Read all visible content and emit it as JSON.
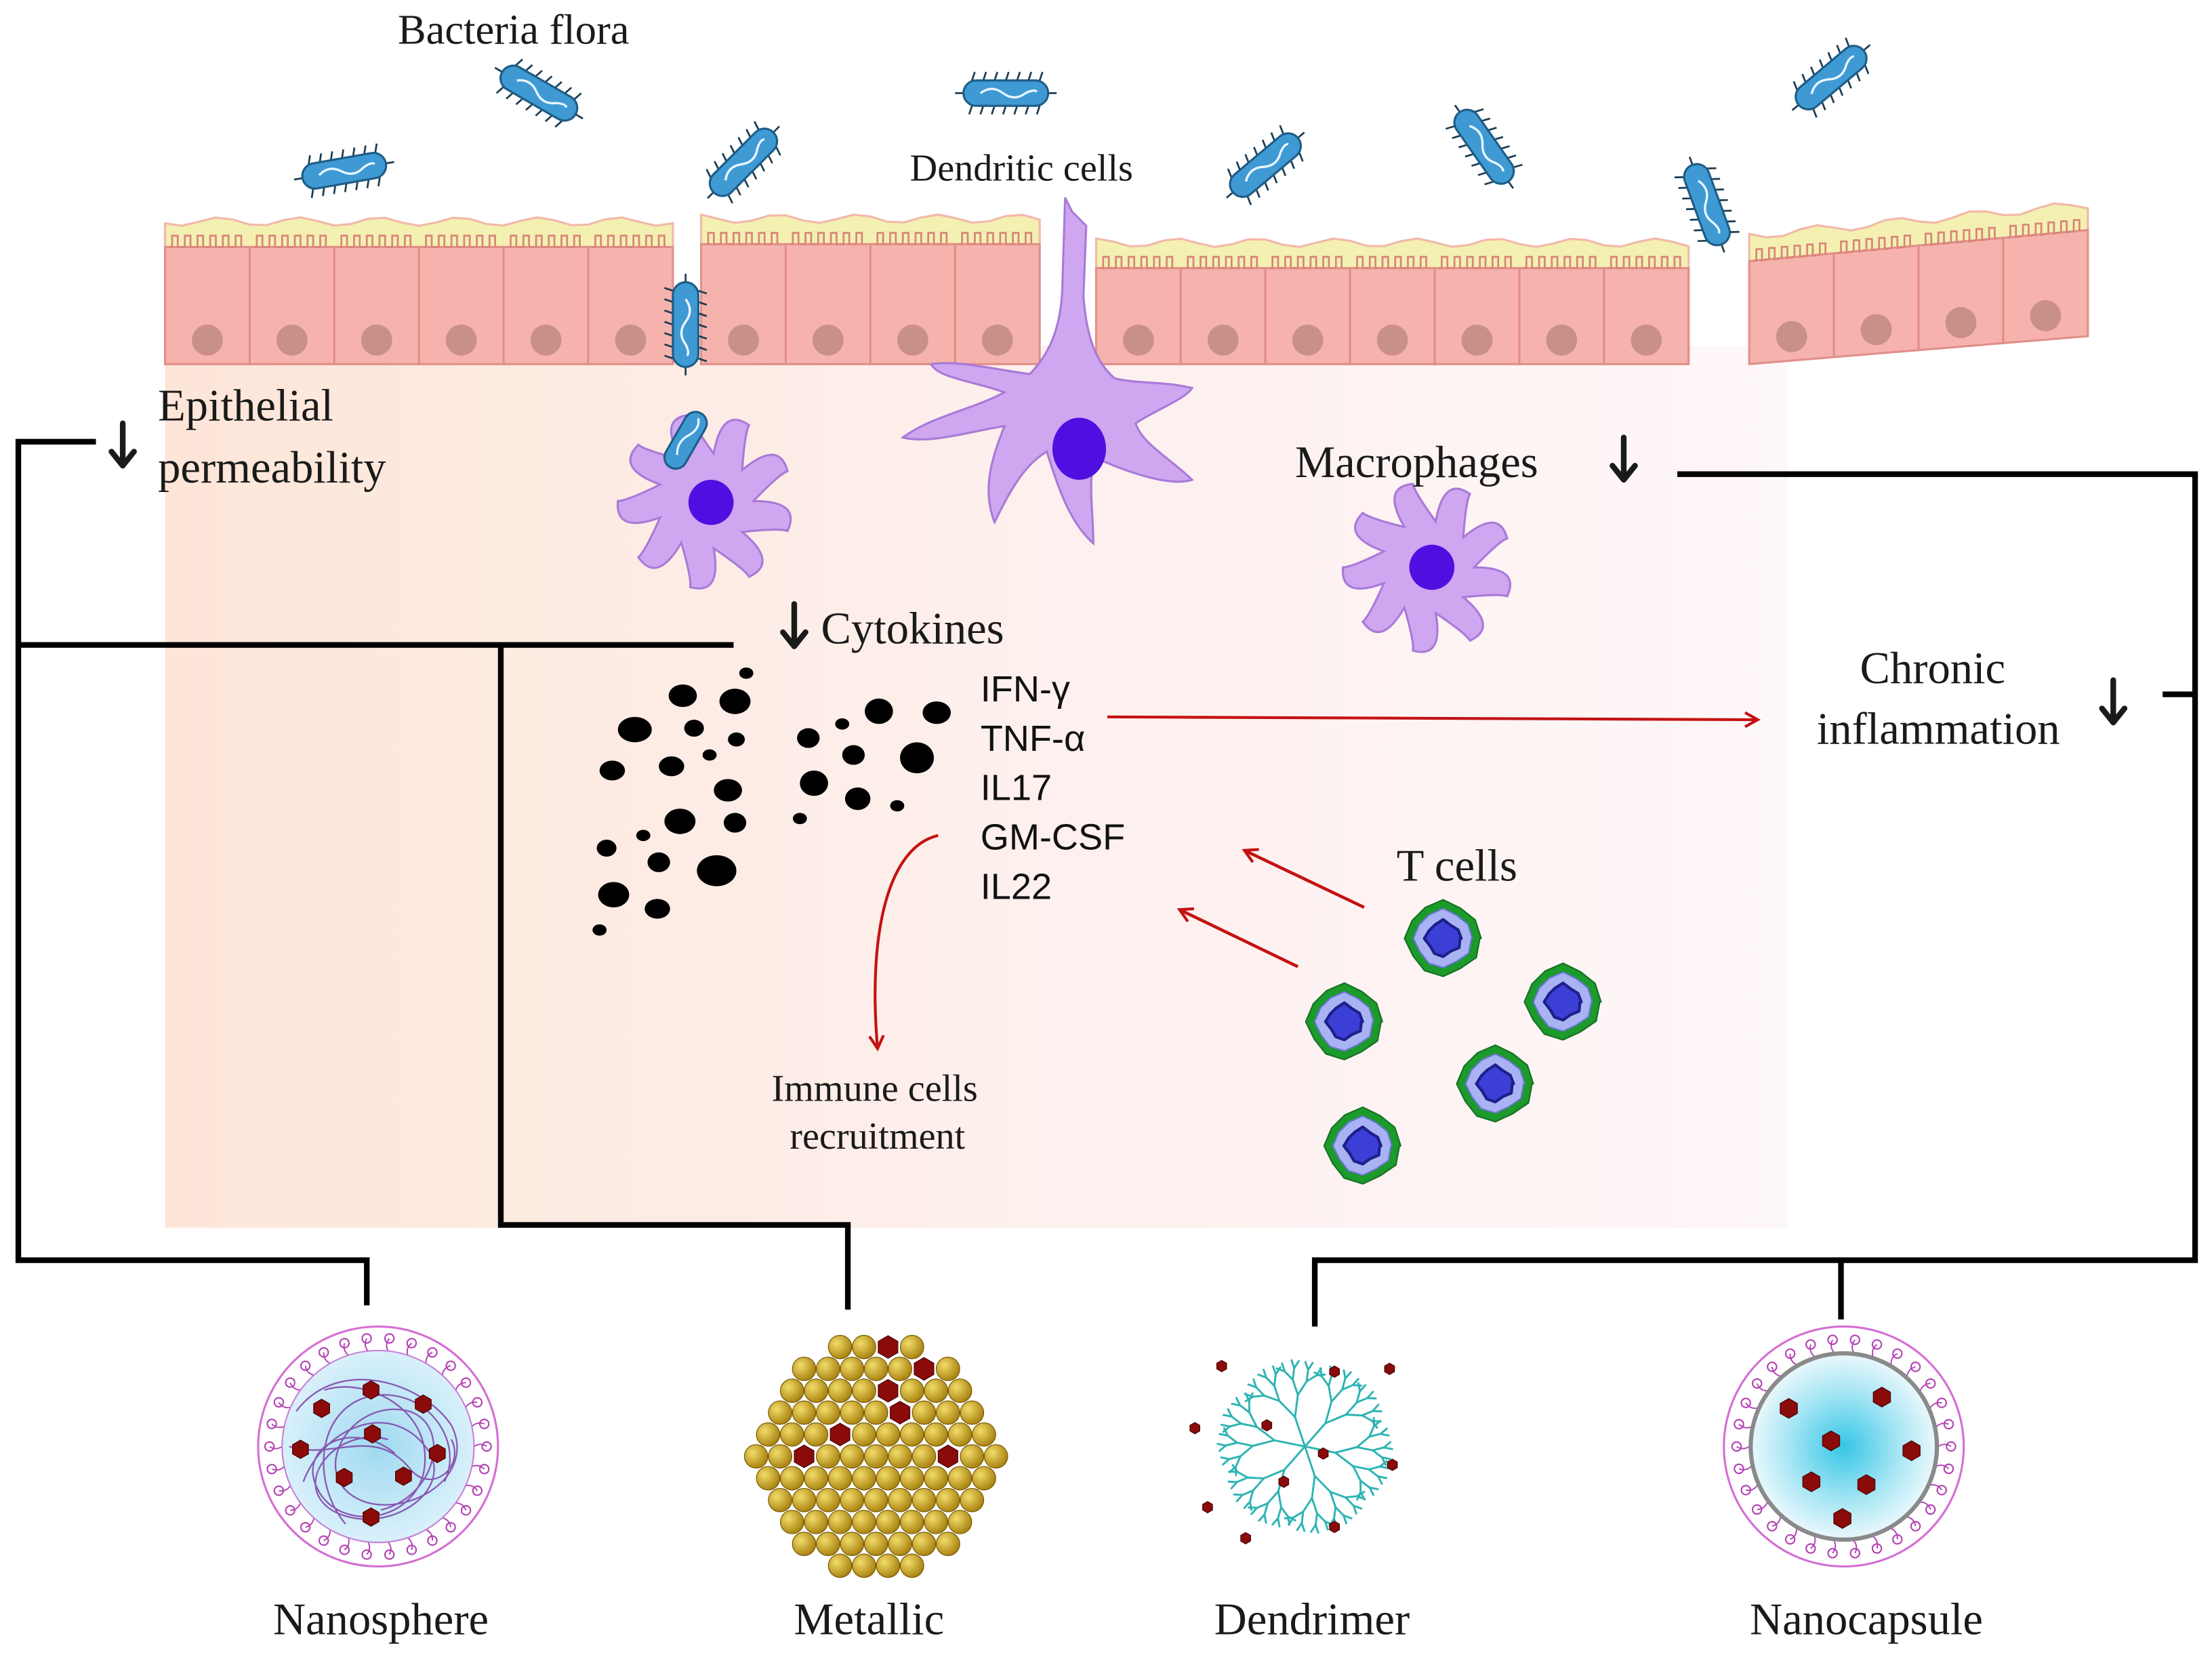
{
  "labels": {
    "bacteria_flora": "Bacteria flora",
    "dendritic_cells": "Dendritic cells",
    "epithelial_line1": "Epithelial",
    "epithelial_line2": "permeability",
    "macrophages": "Macrophages",
    "cytokines": "Cytokines",
    "chronic_line1": "Chronic",
    "chronic_line2": "inflammation",
    "t_cells": "T cells",
    "immune_line1": "Immune cells",
    "immune_line2": "recruitment"
  },
  "cytokine_list": [
    "IFN-γ",
    "TNF-α",
    "IL17",
    "GM-CSF",
    "IL22"
  ],
  "nanoparticles": [
    "Nanosphere",
    "Metallic",
    "Dendrimer",
    "Nanocapsule"
  ],
  "colors": {
    "epithelium": "#f6b3ad",
    "mucus": "#f3f0b2",
    "nucleus": "#c9908a",
    "bacteria": "#3f9ad4",
    "immune_cell": "#cfa6f0",
    "cell_nucleus": "#4f0fe0",
    "tcell_outer": "#1c9a2c",
    "tcell_inner": "#3b3fd6",
    "red_arrow": "#c41212",
    "gold": "#c9a21a",
    "drug": "#8b0b0b",
    "dendrimer": "#2db3b3"
  }
}
